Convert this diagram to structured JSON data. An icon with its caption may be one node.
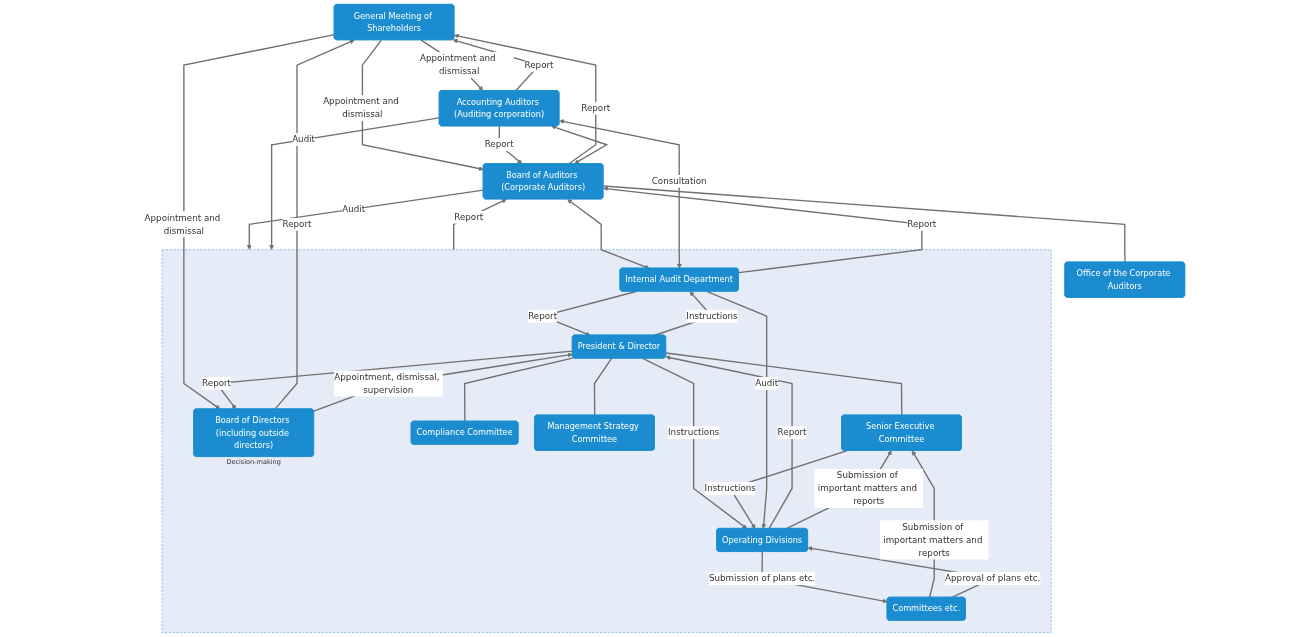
{
  "diagram": {
    "nodes": [
      {
        "text": [
          "General Meeting of Shareholders"
        ]
      },
      {
        "text": [
          "Board of Auditors (Corporate Auditors)"
        ]
      },
      {
        "text": [
          "Office of the Corporate Auditors"
        ]
      },
      {
        "text": [],
        "shape": "box"
      },
      {
        "text": [
          "Board of Directors (including outside directors)"
        ],
        "beside": [
          "Decision-making"
        ],
        "in": 3
      },
      {
        "text": [
          "President & Director"
        ],
        "in": 3
      },
      {
        "text": [
          "Compliance Committee"
        ],
        "in": 3
      },
      {
        "text": [
          "Management Strategy Committee"
        ],
        "in": 3
      },
      {
        "text": [
          "Senior Executive Committee"
        ],
        "in": 3
      },
      {
        "text": [
          "Internal Audit Department"
        ],
        "in": 3
      },
      {
        "text": [
          "Committees etc."
        ],
        "in": 3
      },
      {
        "text": [
          "Operating Divisions"
        ],
        "in": 3
      },
      {
        "text": [
          "Accounting Auditors (Auditing corporation)"
        ]
      }
    ],
    "edges": [
      {
        "from": 0,
        "to": 12,
        "arrow": "to",
        "label": "Appointment and dismissal"
      },
      {
        "from": 12,
        "to": 0,
        "arrow": "to",
        "label": "Report"
      },
      {
        "from": 0,
        "to": 1,
        "arrow": "to",
        "label": "Appointment and dismissal"
      },
      {
        "from": 1,
        "to": 0,
        "arrow": "to",
        "label": "Report"
      },
      {
        "from": 0,
        "to": 4,
        "arrow": "to",
        "label": "Appointment and dismissal"
      },
      {
        "from": 4,
        "to": 0,
        "arrow": "to",
        "label": "Report"
      },
      {
        "from": 1,
        "to": 3,
        "arrow": "to",
        "label": "Audit"
      },
      {
        "from": 3,
        "to": 1,
        "arrow": "to",
        "label": "Report"
      },
      {
        "from": 1,
        "to": 2,
        "arrow": "none"
      },
      {
        "from": 4,
        "to": 5,
        "arrow": "to",
        "label": "Appointment, dismissal, supervision"
      },
      {
        "from": 5,
        "to": 4,
        "arrow": "to",
        "label": "Report"
      },
      {
        "from": 5,
        "to": 6,
        "arrow": "none"
      },
      {
        "from": 5,
        "to": 7,
        "arrow": "none"
      },
      {
        "from": 5,
        "to": 8,
        "arrow": "none"
      },
      {
        "from": 5,
        "to": 9,
        "arrow": "to",
        "label": "Instructions"
      },
      {
        "from": 9,
        "to": 5,
        "arrow": "to",
        "label": "Report"
      },
      {
        "from": 5,
        "to": 11,
        "arrow": "to",
        "label": "Instructions"
      },
      {
        "from": 11,
        "to": 5,
        "arrow": "to",
        "label": "Report"
      },
      {
        "from": 8,
        "to": 11,
        "arrow": "to",
        "label": "Instructions"
      },
      {
        "from": 11,
        "to": 8,
        "arrow": "to",
        "label": "Submission of important matters and reports"
      },
      {
        "from": 10,
        "to": 8,
        "arrow": "to",
        "label": "Submission of important matters and reports"
      },
      {
        "from": 10,
        "to": 11,
        "arrow": "to",
        "label": "Approval of plans etc."
      },
      {
        "from": 11,
        "to": 10,
        "arrow": "to",
        "label": "Submission of plans etc."
      },
      {
        "from": 9,
        "to": 11,
        "arrow": "to",
        "label": "Audit"
      },
      {
        "from": 12,
        "to": 1,
        "arrow": "to",
        "label": "Report"
      },
      {
        "from": 1,
        "to": 12,
        "arrow": "both"
      },
      {
        "from": 9,
        "to": 1,
        "arrow": "to",
        "label": "Report"
      },
      {
        "from": 1,
        "to": 9,
        "arrow": "both"
      },
      {
        "from": 12,
        "to": 9,
        "arrow": "both",
        "label": "Consultation"
      },
      {
        "from": 12,
        "to": 3,
        "arrow": "to",
        "label": "Audit"
      }
    ]
  }
}
